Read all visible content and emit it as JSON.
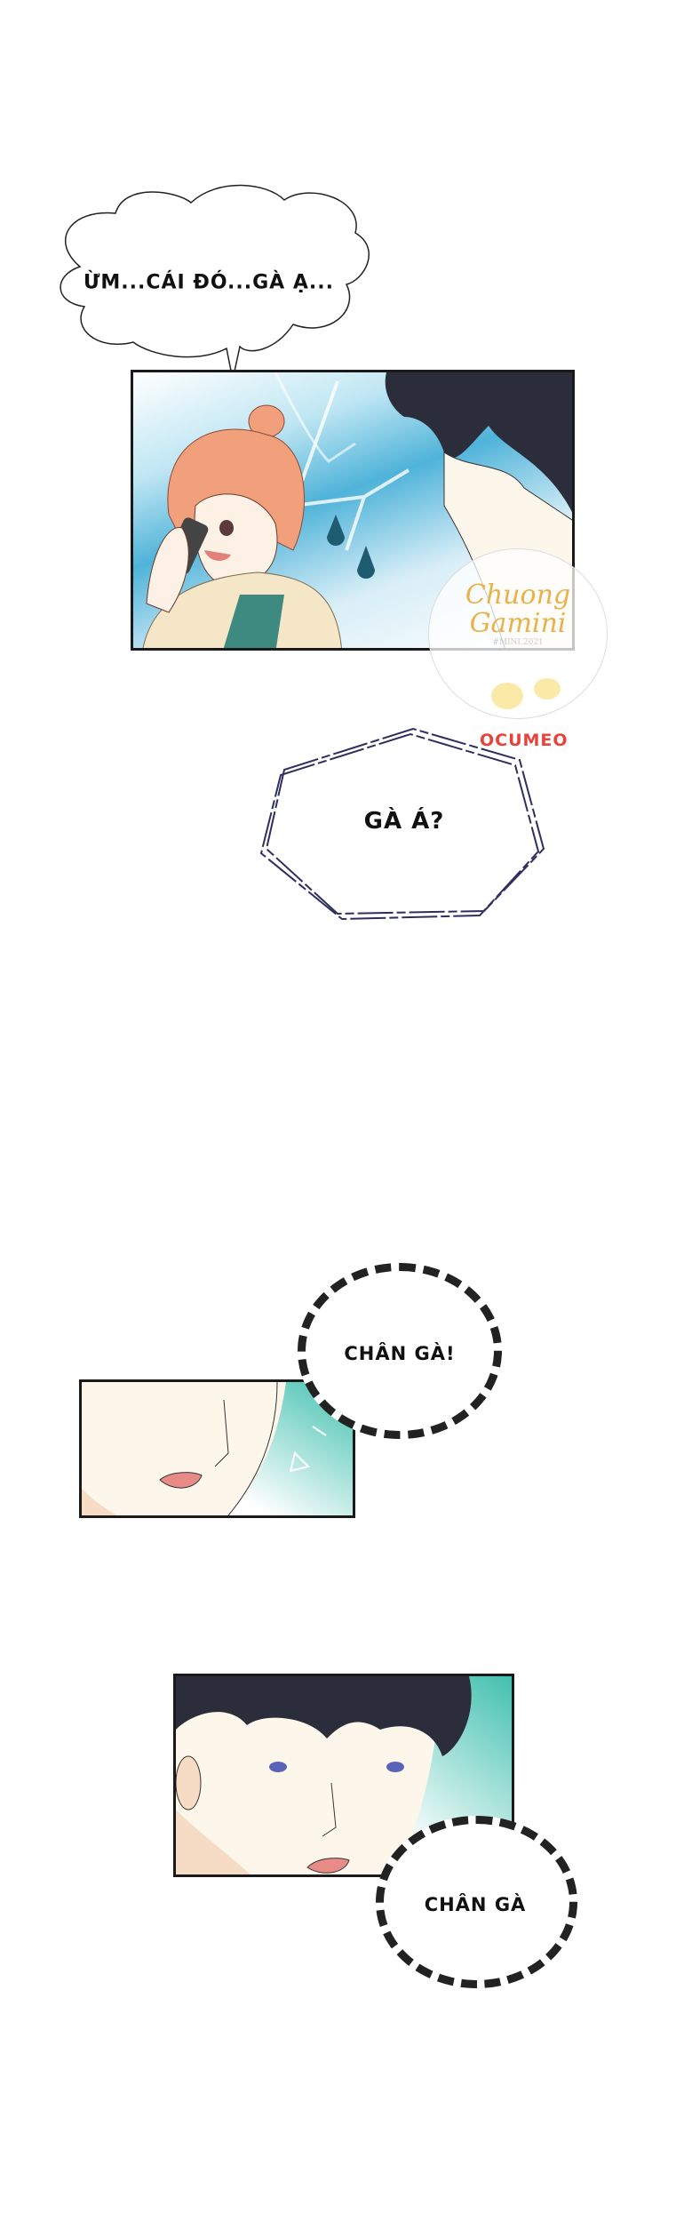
{
  "dialogue": [
    {
      "id": "bubble-1",
      "text": "ỪM...CÁI ĐÓ...GÀ Ạ..."
    },
    {
      "id": "bubble-2",
      "text": "GÀ Á?"
    },
    {
      "id": "bubble-3",
      "text": "CHÂN GÀ!"
    },
    {
      "id": "bubble-4",
      "text": "CHÂN GÀ"
    }
  ],
  "watermark": {
    "line1": "Chuong",
    "line2": "Gamini",
    "line3": "#MINI.2021",
    "credit": "OCUMEO"
  },
  "colors": {
    "sky": "#4fb3d9",
    "teal": "#3fbfae",
    "hair_orange": "#f2a07b",
    "hair_dark": "#2b2d3a",
    "skin": "#fdf6ea",
    "credit_red": "#e5443a",
    "hex_border": "#2e2f5e"
  }
}
